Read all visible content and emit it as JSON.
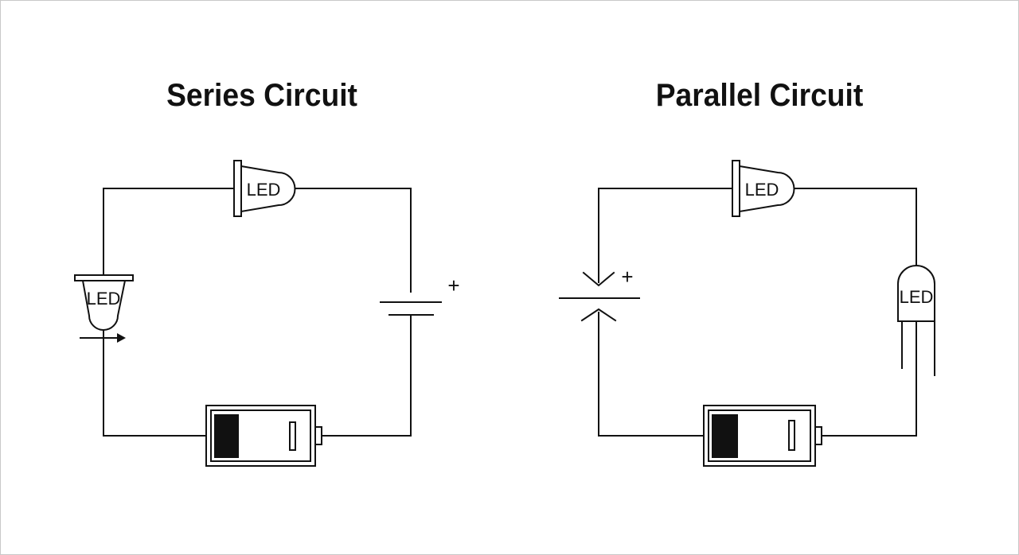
{
  "diagrams": {
    "series": {
      "title": "Series Circuit",
      "led_top_label": "LED",
      "led_left_label": "LED",
      "battery_symbol_plus": "+"
    },
    "parallel": {
      "title": "Parallel Circuit",
      "led_top_label": "LED",
      "led_right_label": "LED",
      "battery_symbol_plus": "+"
    }
  },
  "colors": {
    "line": "#111111",
    "background": "#ffffff",
    "battery_fill": "#111111"
  }
}
